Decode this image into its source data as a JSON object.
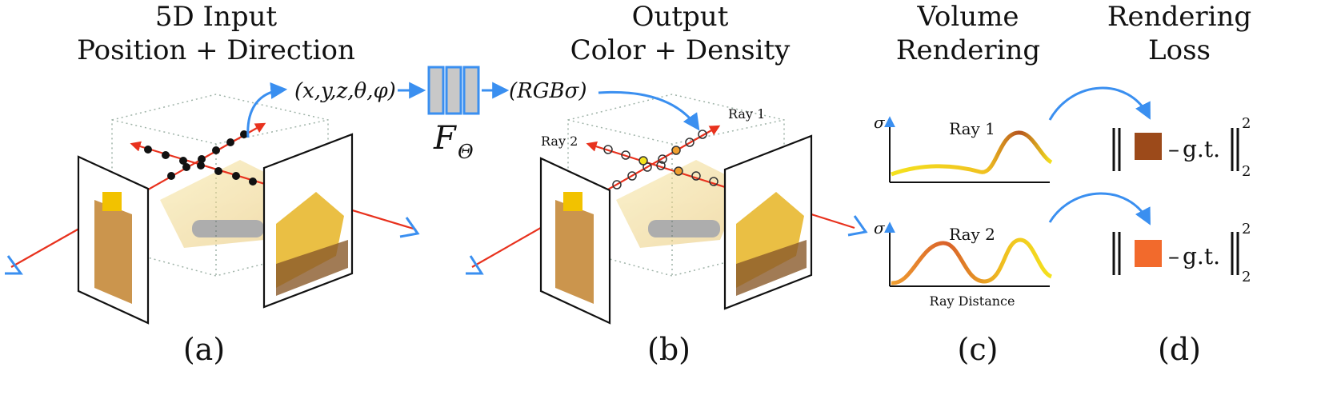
{
  "panels": {
    "a": {
      "title_line1": "5D Input",
      "title_line2": "Position + Direction",
      "label": "(a)"
    },
    "b": {
      "title_line1": "Output",
      "title_line2": "Color + Density",
      "label": "(b)",
      "ray1": "Ray 1",
      "ray2": "Ray 2"
    },
    "c": {
      "title_line1": "Volume",
      "title_line2": "Rendering",
      "label": "(c)",
      "top_plot_title": "Ray 1",
      "bottom_plot_title": "Ray 2",
      "y_axis": "σ",
      "x_axis": "Ray Distance"
    },
    "d": {
      "title_line1": "Rendering",
      "title_line2": "Loss",
      "label": "(d)",
      "gt": "g.t.",
      "subscript": "2",
      "superscript": "2",
      "swatch_top_color": "#9c4a1a",
      "swatch_bottom_color": "#f26a2c",
      "minus": "–"
    }
  },
  "network": {
    "input_text": "(x,y,z,θ,φ)",
    "output_text": "(RGBσ)",
    "function_letter": "F",
    "function_sub": "Θ",
    "block_fill": "#c8c8c8",
    "block_stroke": "#3a8ff0"
  },
  "colors": {
    "ray": "#e8321e",
    "arrow": "#3a8ff0",
    "curve_start": "#f4e21e",
    "curve_end": "#b4521e"
  }
}
